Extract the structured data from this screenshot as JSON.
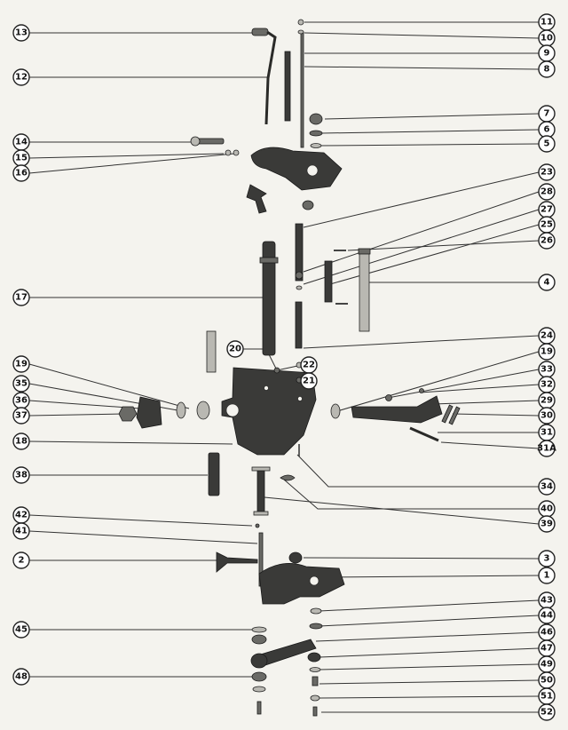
{
  "diagram": {
    "callouts_left": [
      {
        "label": "13"
      },
      {
        "label": "12"
      },
      {
        "label": "14"
      },
      {
        "label": "15"
      },
      {
        "label": "16"
      },
      {
        "label": "17"
      },
      {
        "label": "19"
      },
      {
        "label": "35"
      },
      {
        "label": "36"
      },
      {
        "label": "37"
      },
      {
        "label": "18"
      },
      {
        "label": "38"
      },
      {
        "label": "42"
      },
      {
        "label": "41"
      },
      {
        "label": "2"
      },
      {
        "label": "45"
      },
      {
        "label": "48"
      }
    ],
    "callouts_right": [
      {
        "label": "11"
      },
      {
        "label": "10"
      },
      {
        "label": "9"
      },
      {
        "label": "8"
      },
      {
        "label": "7"
      },
      {
        "label": "6"
      },
      {
        "label": "5"
      },
      {
        "label": "23"
      },
      {
        "label": "28"
      },
      {
        "label": "27"
      },
      {
        "label": "25"
      },
      {
        "label": "26"
      },
      {
        "label": "4"
      },
      {
        "label": "24"
      },
      {
        "label": "19"
      },
      {
        "label": "33"
      },
      {
        "label": "32"
      },
      {
        "label": "29"
      },
      {
        "label": "30"
      },
      {
        "label": "31"
      },
      {
        "label": "31A"
      },
      {
        "label": "34"
      },
      {
        "label": "40"
      },
      {
        "label": "39"
      },
      {
        "label": "3"
      },
      {
        "label": "1"
      },
      {
        "label": "43"
      },
      {
        "label": "44"
      },
      {
        "label": "46"
      },
      {
        "label": "47"
      },
      {
        "label": "49"
      },
      {
        "label": "50"
      },
      {
        "label": "51"
      },
      {
        "label": "52"
      }
    ],
    "callouts_inline": [
      {
        "label": "20"
      },
      {
        "label": "22"
      },
      {
        "label": "21"
      }
    ]
  }
}
